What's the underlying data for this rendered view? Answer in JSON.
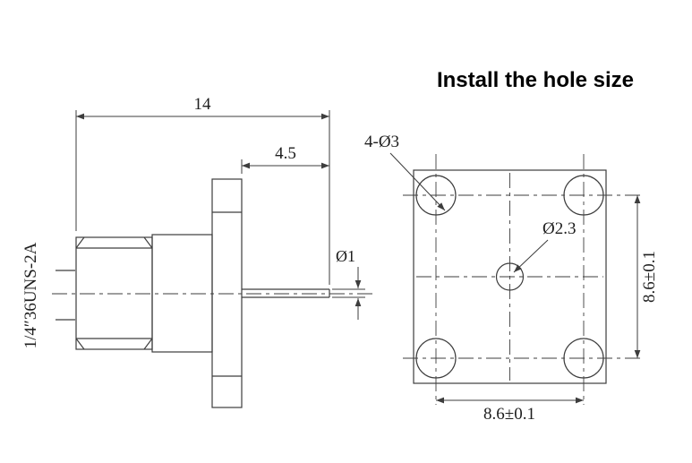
{
  "title": "Install the hole size",
  "colors": {
    "background": "#ffffff",
    "line": "#3d3d3d",
    "text": "#1e1e1e",
    "title": "#000000"
  },
  "side_view": {
    "thread_label": "1/4″36UNS-2A",
    "overall_length": "14",
    "protrusion_length": "4.5",
    "pin_diameter": "Ø1"
  },
  "hole_pattern": {
    "corner_holes_label": "4-Ø3",
    "center_hole_label": "Ø2.3",
    "vertical_pitch": "8.6±0.1",
    "horizontal_pitch": "8.6±0.1"
  }
}
